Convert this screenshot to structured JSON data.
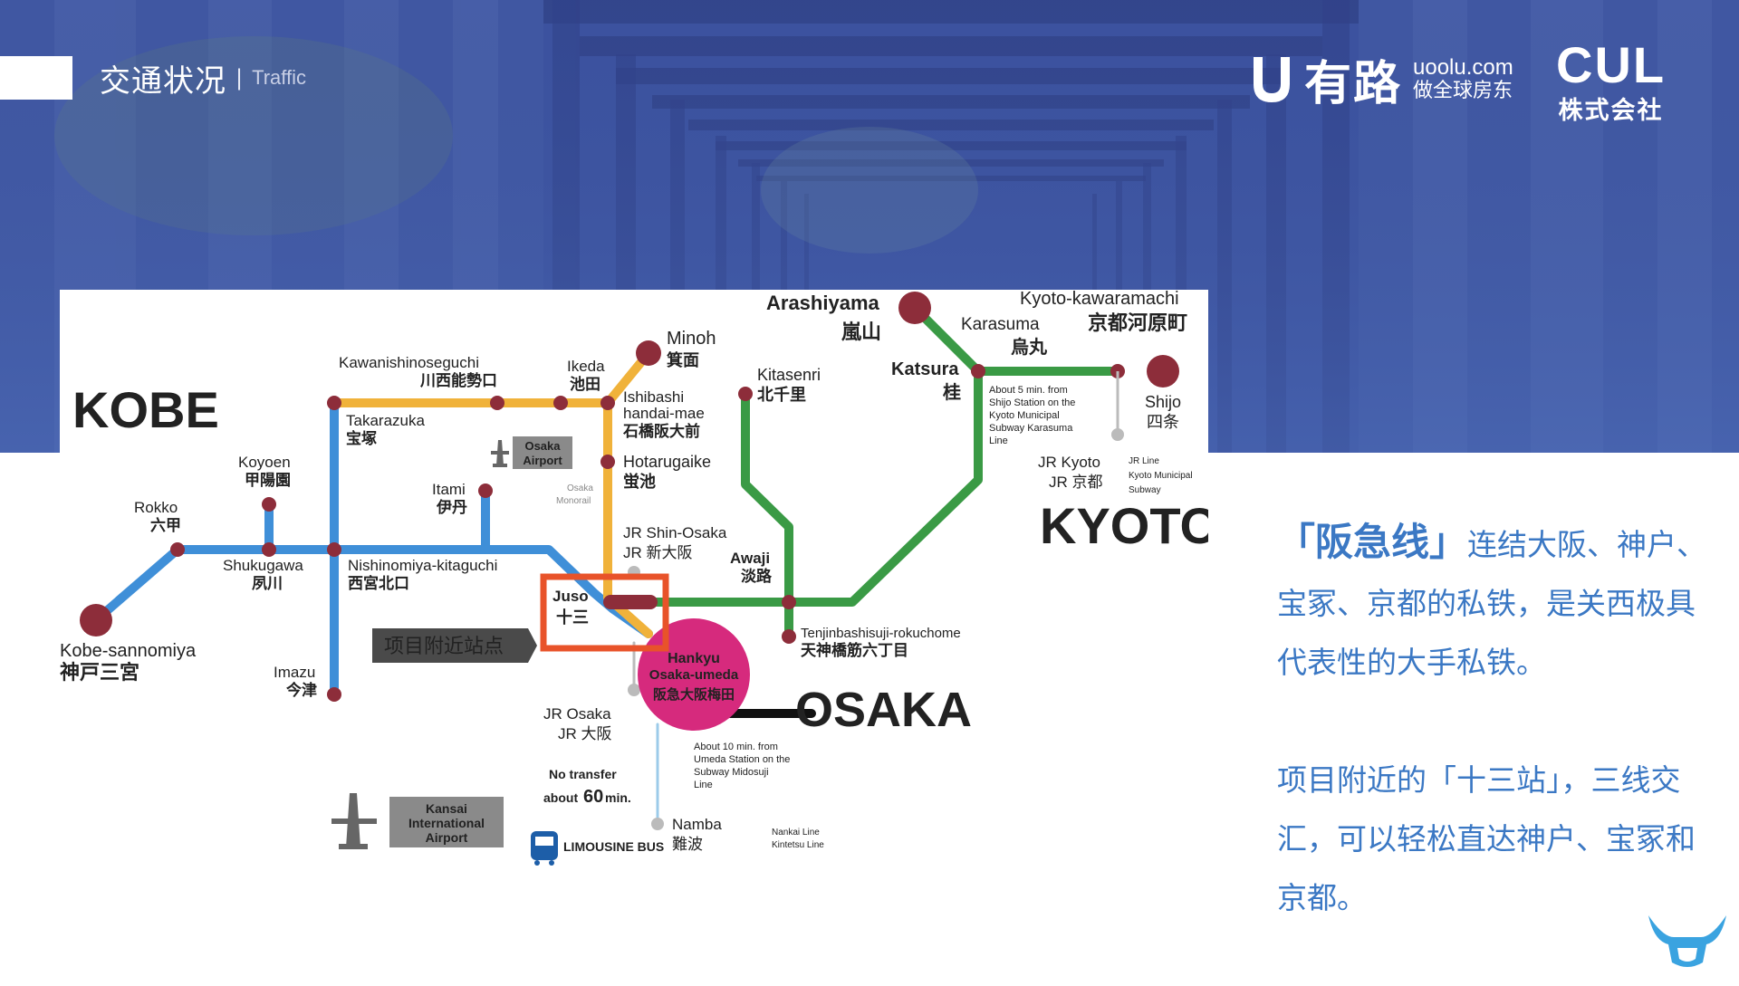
{
  "header": {
    "section_title_cn": "交通状况",
    "separator": "|",
    "section_title_en": "Traffic",
    "brand_name": "有路",
    "brand_domain": "uoolu.com",
    "brand_slogan": "做全球房东",
    "partner_logo": "CUL",
    "partner_sub": "株式会社"
  },
  "map": {
    "regions": {
      "kobe": "KOBE",
      "kyoto": "KYOTO",
      "osaka": "OSAKA"
    },
    "stations": {
      "arashiyama_en": "Arashiyama",
      "arashiyama_jp": "嵐山",
      "kyoto_kawaramachi_en": "Kyoto-kawaramachi",
      "kyoto_kawaramachi_jp": "京都河原町",
      "karasuma_en": "Karasuma",
      "karasuma_jp": "烏丸",
      "katsura_en": "Katsura",
      "katsura_jp": "桂",
      "shijo_en": "Shijo",
      "shijo_jp": "四条",
      "jr_kyoto_en": "JR Kyoto",
      "jr_kyoto_jp": "JR 京都",
      "minoh_en": "Minoh",
      "minoh_jp": "箕面",
      "ikeda_en": "Ikeda",
      "ikeda_jp": "池田",
      "kawanishi_en": "Kawanishinoseguchi",
      "kawanishi_jp": "川西能勢口",
      "kitasenri_en": "Kitasenri",
      "kitasenri_jp": "北千里",
      "ishibashi_en1": "Ishibashi",
      "ishibashi_en2": "handai-mae",
      "ishibashi_jp": "石橋阪大前",
      "hotarugaike_en": "Hotarugaike",
      "hotarugaike_jp": "蛍池",
      "takarazuka_en": "Takarazuka",
      "takarazuka_jp": "宝塚",
      "koyoen_en": "Koyoen",
      "koyoen_jp": "甲陽園",
      "itami_en": "Itami",
      "itami_jp": "伊丹",
      "rokko_en": "Rokko",
      "rokko_jp": "六甲",
      "shukugawa_en": "Shukugawa",
      "shukugawa_jp": "夙川",
      "nishinomiya_en": "Nishinomiya-kitaguchi",
      "nishinomiya_jp": "西宮北口",
      "jr_shinosaka_en": "JR Shin-Osaka",
      "jr_shinosaka_jp": "JR 新大阪",
      "awaji_en": "Awaji",
      "awaji_jp": "淡路",
      "juso_en": "Juso",
      "juso_jp": "十三",
      "kobe_sannomiya_en": "Kobe-sannomiya",
      "kobe_sannomiya_jp": "神戸三宮",
      "imazu_en": "Imazu",
      "imazu_jp": "今津",
      "tenjin_en": "Tenjinbashisuji-rokuchome",
      "tenjin_jp": "天神橋筋六丁目",
      "hankyu_en1": "Hankyu",
      "hankyu_en2": "Osaka-umeda",
      "hankyu_jp": "阪急大阪梅田",
      "jr_osaka_en": "JR Osaka",
      "jr_osaka_jp": "JR 大阪",
      "namba_en": "Namba",
      "namba_jp": "難波"
    },
    "notes": {
      "kyoto_walk_1": "About 5 min. from",
      "kyoto_walk_2": "Shijo Station on the",
      "kyoto_walk_3": "Kyoto Municipal",
      "kyoto_walk_4": "Subway Karasuma",
      "kyoto_walk_5": "Line",
      "jr_line_1": "JR Line",
      "jr_line_2": "Kyoto Municipal",
      "jr_line_3": "Subway",
      "umeda_walk_1": "About 10 min. from",
      "umeda_walk_2": "Umeda Station on the",
      "umeda_walk_3": "Subway Midosuji",
      "umeda_walk_4": "Line",
      "nankai_1": "Nankai Line",
      "nankai_2": "Kintetsu Line",
      "monorail_1": "Osaka",
      "monorail_2": "Monorail",
      "no_transfer": "No transfer",
      "about": "about",
      "minutes": "60",
      "min_unit": "min.",
      "limousine": "LIMOUSINE BUS"
    },
    "airports": {
      "osaka_1": "Osaka",
      "osaka_2": "Airport",
      "kansai_1": "Kansai",
      "kansai_2": "International",
      "kansai_3": "Airport"
    },
    "callout": "项目附近站点"
  },
  "description": {
    "p1_highlight": "「阪急线」",
    "p1_text": "连结大阪、神户、宝冢、京都的私铁，是关西极具代表性的大手私铁。",
    "p2_text": "项目附近的「十三站」，三线交汇，可以轻松直达神户、宝冢和京都。"
  },
  "colors": {
    "kobe_line": "#3f8fd8",
    "takarazuka_line": "#f0b23a",
    "kyoto_line": "#3a9a45",
    "station": "#8d2d3a",
    "umeda": "#d62a7d",
    "accent_text": "#3b78c4",
    "highlight_box": "#e8532a"
  }
}
